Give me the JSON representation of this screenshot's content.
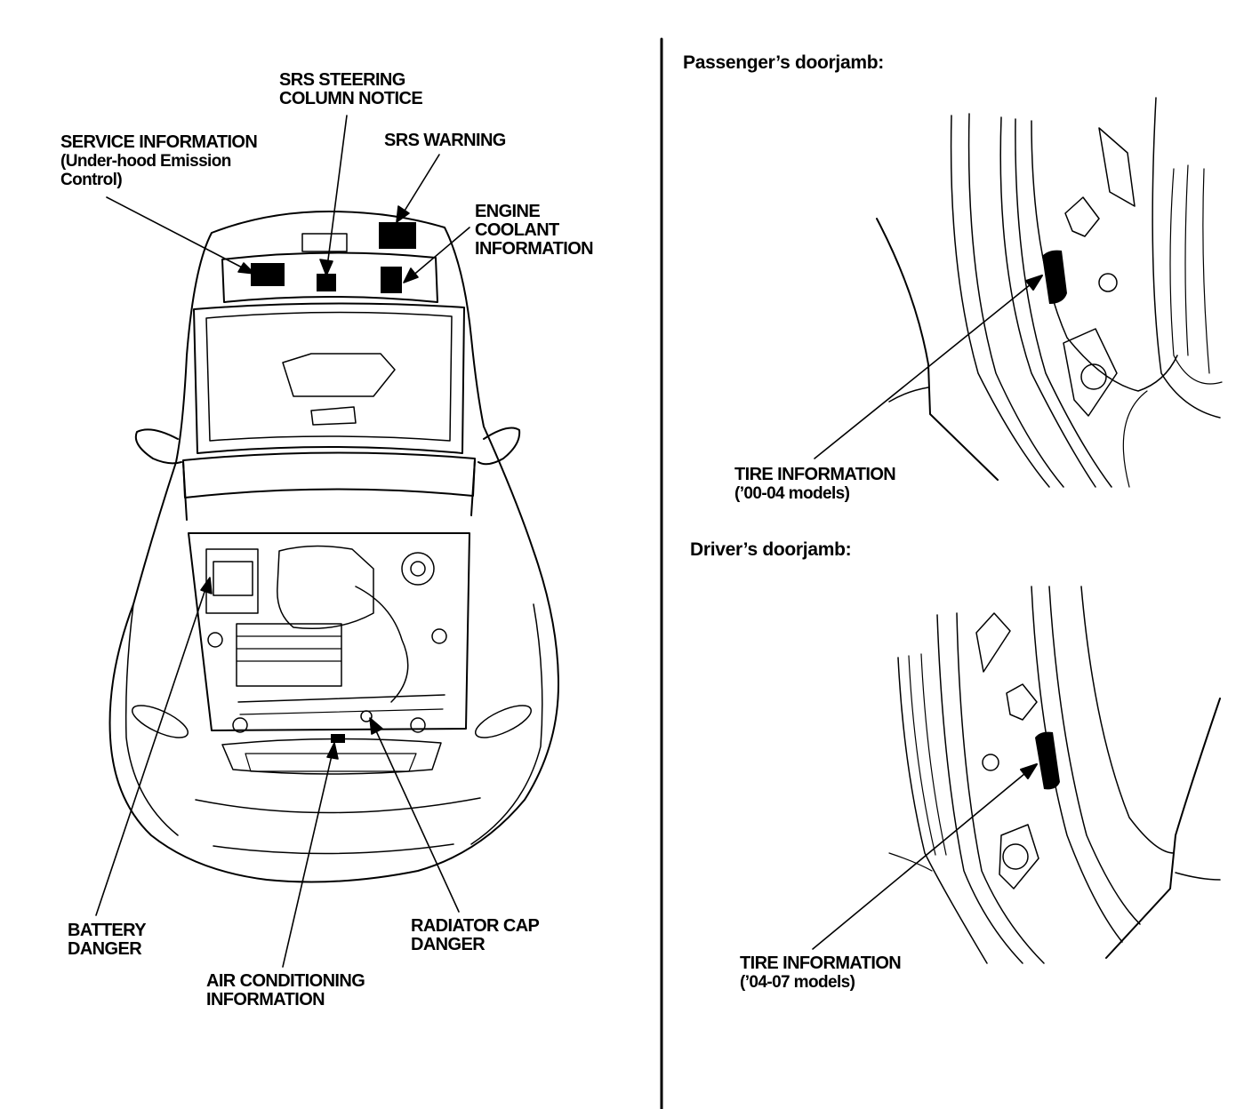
{
  "labels": {
    "srs_steering": [
      "SRS STEERING",
      "COLUMN NOTICE"
    ],
    "service_info": [
      "SERVICE INFORMATION",
      "(Under-hood Emission",
      "Control)"
    ],
    "srs_warning": [
      "SRS WARNING"
    ],
    "engine_coolant": [
      "ENGINE",
      "COOLANT",
      "INFORMATION"
    ],
    "battery": [
      "BATTERY",
      "DANGER"
    ],
    "air_conditioning": [
      "AIR CONDITIONING",
      "INFORMATION"
    ],
    "radiator_cap": [
      "RADIATOR CAP",
      "DANGER"
    ],
    "passenger_doorjamb": "Passenger’s doorjamb:",
    "tire_info_passenger": [
      "TIRE INFORMATION",
      "(’00-04 models)"
    ],
    "driver_doorjamb": "Driver’s doorjamb:",
    "tire_info_driver": [
      "TIRE INFORMATION",
      "(’04-07 models)"
    ]
  },
  "colors": {
    "ink": "#000000",
    "paper": "#ffffff"
  }
}
